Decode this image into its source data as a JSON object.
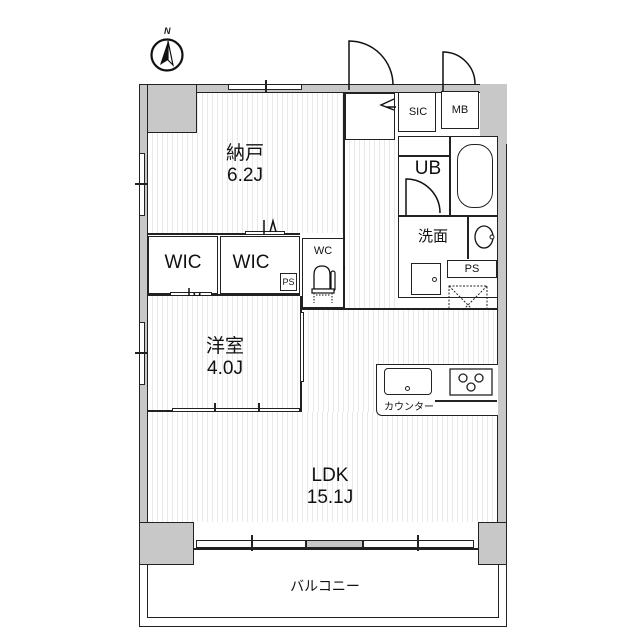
{
  "compass": {
    "label": "N"
  },
  "rooms": {
    "storage": {
      "name": "納戸",
      "size": "6.2J"
    },
    "wic1": {
      "name": "WIC"
    },
    "wic2": {
      "name": "WIC"
    },
    "western": {
      "name": "洋室",
      "size": "4.0J"
    },
    "ldk": {
      "name": "LDK",
      "size": "15.1J"
    },
    "wc": {
      "name": "WC"
    },
    "ub": {
      "name": "UB"
    },
    "washroom": {
      "name": "洗面"
    },
    "sic": {
      "name": "SIC"
    },
    "mb": {
      "name": "MB"
    },
    "ps_wic": {
      "name": "PS"
    },
    "ps_wash": {
      "name": "PS"
    },
    "balcony": {
      "name": "バルコニー"
    }
  },
  "fixtures": {
    "counter": {
      "label": "カウンター"
    }
  },
  "colors": {
    "wall": "#c8c8c8",
    "line": "#222222",
    "floor_stripe": "#e9e9e9",
    "background": "#ffffff"
  }
}
